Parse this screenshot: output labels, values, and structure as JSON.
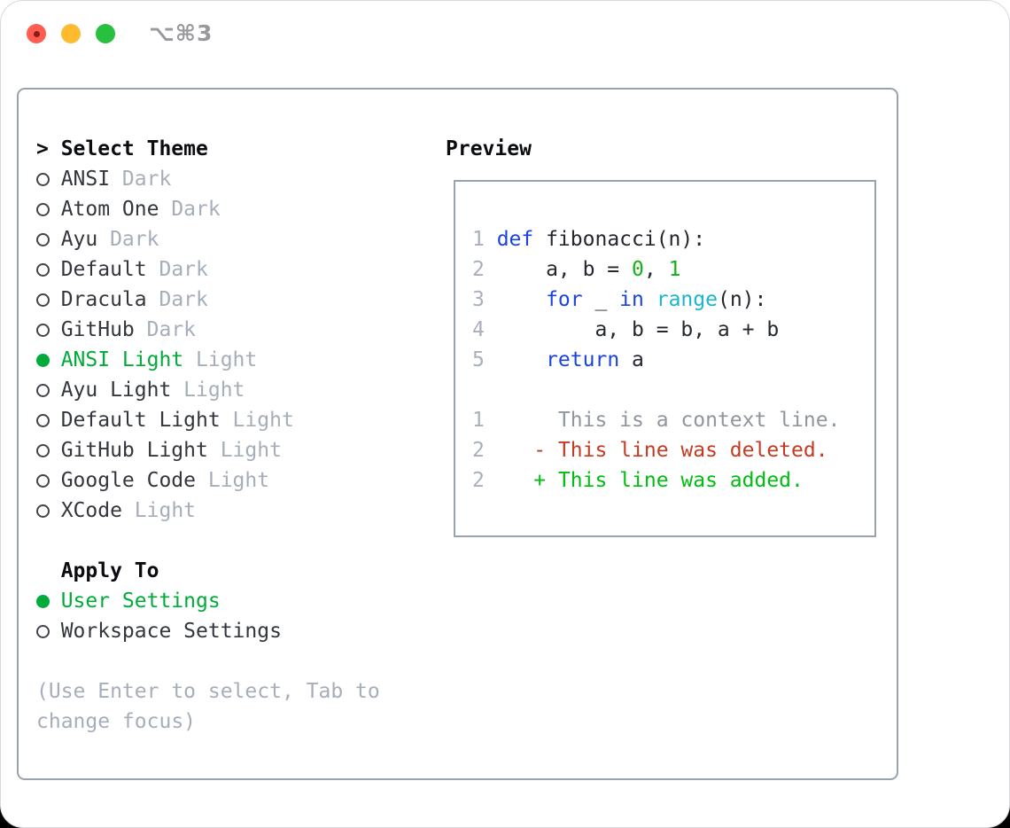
{
  "titlebar": {
    "title": "⌥⌘3",
    "buttons": [
      {
        "name": "close",
        "color": "#ff5d52",
        "has_inner_dot": true
      },
      {
        "name": "minimize",
        "color": "#febb2e",
        "has_inner_dot": false
      },
      {
        "name": "maximize",
        "color": "#2ac03f",
        "has_inner_dot": false
      }
    ]
  },
  "colors": {
    "keyword": "#1a43e0",
    "number": "#12b412",
    "function": "#19b6cf",
    "default": "#23272e",
    "context": "#8f969e",
    "deleted": "#c73a22",
    "added": "#00bd12",
    "line_number": "#a9b0bb",
    "selected_green": "#00ab3a",
    "muted": "#a6aeba",
    "text_dark": "#33373d"
  },
  "theme_panel": {
    "header_prefix": ">",
    "header_label": "Select Theme",
    "items": [
      {
        "name": "ANSI",
        "variant": "Dark",
        "selected": false
      },
      {
        "name": "Atom One",
        "variant": "Dark",
        "selected": false
      },
      {
        "name": "Ayu",
        "variant": "Dark",
        "selected": false
      },
      {
        "name": "Default",
        "variant": "Dark",
        "selected": false
      },
      {
        "name": "Dracula",
        "variant": "Dark",
        "selected": false
      },
      {
        "name": "GitHub",
        "variant": "Dark",
        "selected": false
      },
      {
        "name": "ANSI Light",
        "variant": "Light",
        "selected": true
      },
      {
        "name": "Ayu Light",
        "variant": "Light",
        "selected": false
      },
      {
        "name": "Default Light",
        "variant": "Light",
        "selected": false
      },
      {
        "name": "GitHub Light",
        "variant": "Light",
        "selected": false
      },
      {
        "name": "Google Code",
        "variant": "Light",
        "selected": false
      },
      {
        "name": "XCode",
        "variant": "Light",
        "selected": false
      }
    ],
    "apply_header": "Apply To",
    "apply_options": [
      {
        "name": "User Settings",
        "selected": true
      },
      {
        "name": "Workspace Settings",
        "selected": false
      }
    ],
    "help_lines": [
      "(Use Enter to select, Tab to",
      "change focus)"
    ]
  },
  "preview": {
    "label": "Preview",
    "rows": [
      {
        "num": "1",
        "segments": [
          {
            "text": "def",
            "color": "keyword"
          },
          {
            "text": " fibonacci(n):",
            "color": "default"
          }
        ]
      },
      {
        "num": "2",
        "segments": [
          {
            "text": "    a, b = ",
            "color": "default"
          },
          {
            "text": "0",
            "color": "number"
          },
          {
            "text": ", ",
            "color": "default"
          },
          {
            "text": "1",
            "color": "number"
          }
        ]
      },
      {
        "num": "3",
        "segments": [
          {
            "text": "    ",
            "color": "default"
          },
          {
            "text": "for",
            "color": "keyword"
          },
          {
            "text": " _ ",
            "color": "default"
          },
          {
            "text": "in",
            "color": "keyword"
          },
          {
            "text": " ",
            "color": "default"
          },
          {
            "text": "range",
            "color": "function"
          },
          {
            "text": "(n):",
            "color": "default"
          }
        ]
      },
      {
        "num": "4",
        "segments": [
          {
            "text": "        a, b = b, a + b",
            "color": "default"
          }
        ]
      },
      {
        "num": "5",
        "segments": [
          {
            "text": "    ",
            "color": "default"
          },
          {
            "text": "return",
            "color": "keyword"
          },
          {
            "text": " a",
            "color": "default"
          }
        ]
      },
      {
        "num": "",
        "segments": []
      },
      {
        "num": "1",
        "segments": [
          {
            "text": "     This is a context line.",
            "color": "context"
          }
        ]
      },
      {
        "num": "2",
        "segments": [
          {
            "text": "   - This line was deleted.",
            "color": "deleted"
          }
        ]
      },
      {
        "num": "2",
        "segments": [
          {
            "text": "   + This line was added.",
            "color": "added"
          }
        ]
      }
    ]
  }
}
